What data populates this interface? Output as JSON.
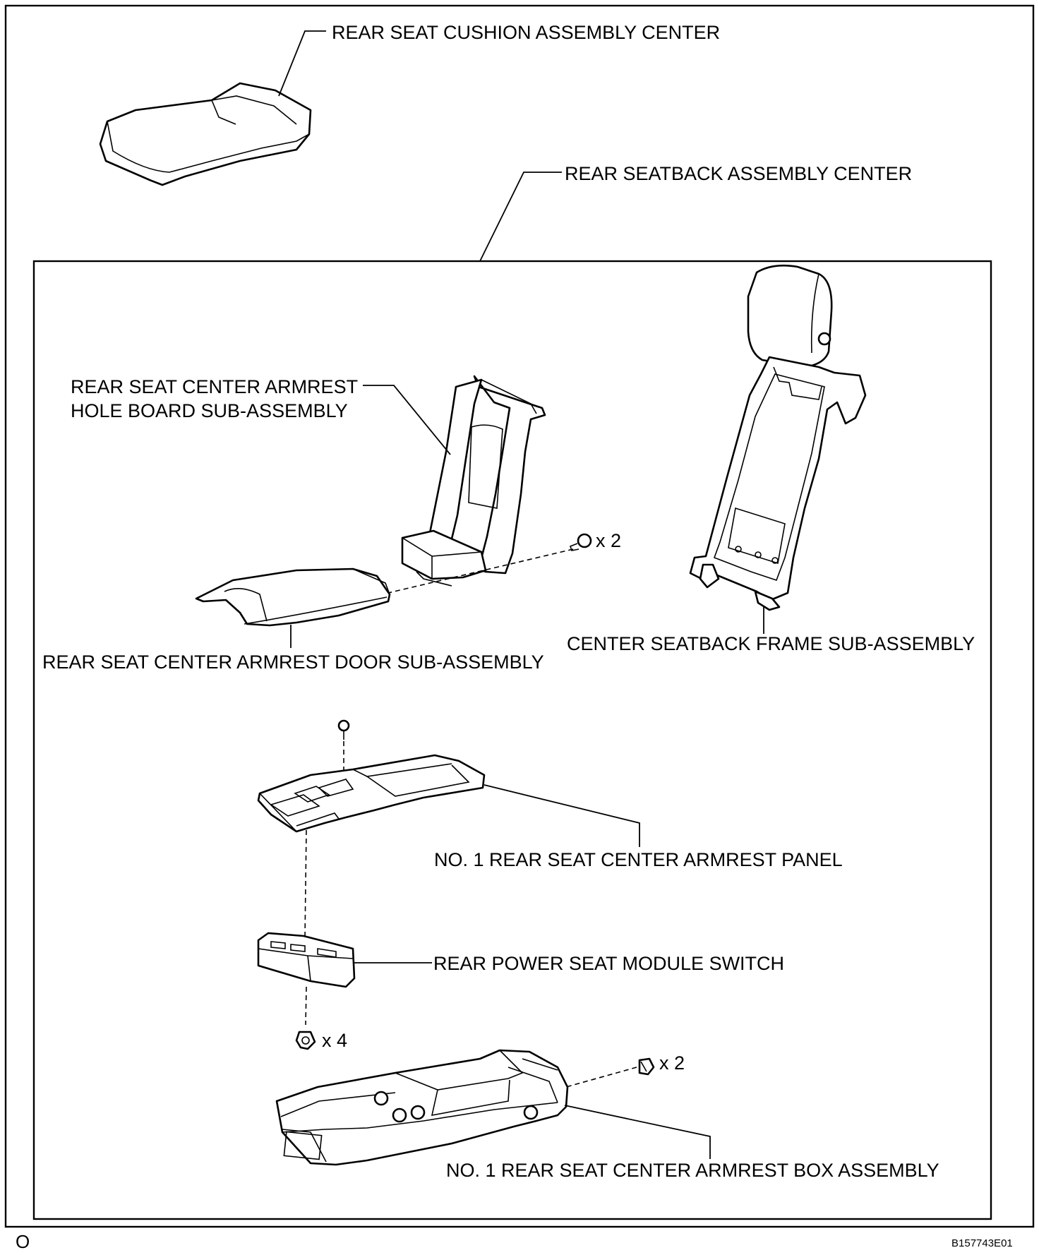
{
  "labels": {
    "cushion": "REAR SEAT CUSHION ASSEMBLY CENTER",
    "seatback": "REAR SEATBACK ASSEMBLY CENTER",
    "hole_board_line1": "REAR SEAT CENTER ARMREST",
    "hole_board_line2": "HOLE BOARD SUB-ASSEMBLY",
    "armrest_door": "REAR SEAT CENTER ARMREST DOOR SUB-ASSEMBLY",
    "frame": "CENTER SEATBACK FRAME SUB-ASSEMBLY",
    "panel": "NO. 1 REAR SEAT CENTER ARMREST PANEL",
    "switch": "REAR POWER SEAT MODULE SWITCH",
    "box": "NO. 1 REAR SEAT CENTER ARMREST BOX ASSEMBLY"
  },
  "quantities": {
    "clip_door": "x 2",
    "screw_switch": "x 4",
    "clip_box": "x 2"
  },
  "corner_mark": "O",
  "figure_id": "B157743E01"
}
